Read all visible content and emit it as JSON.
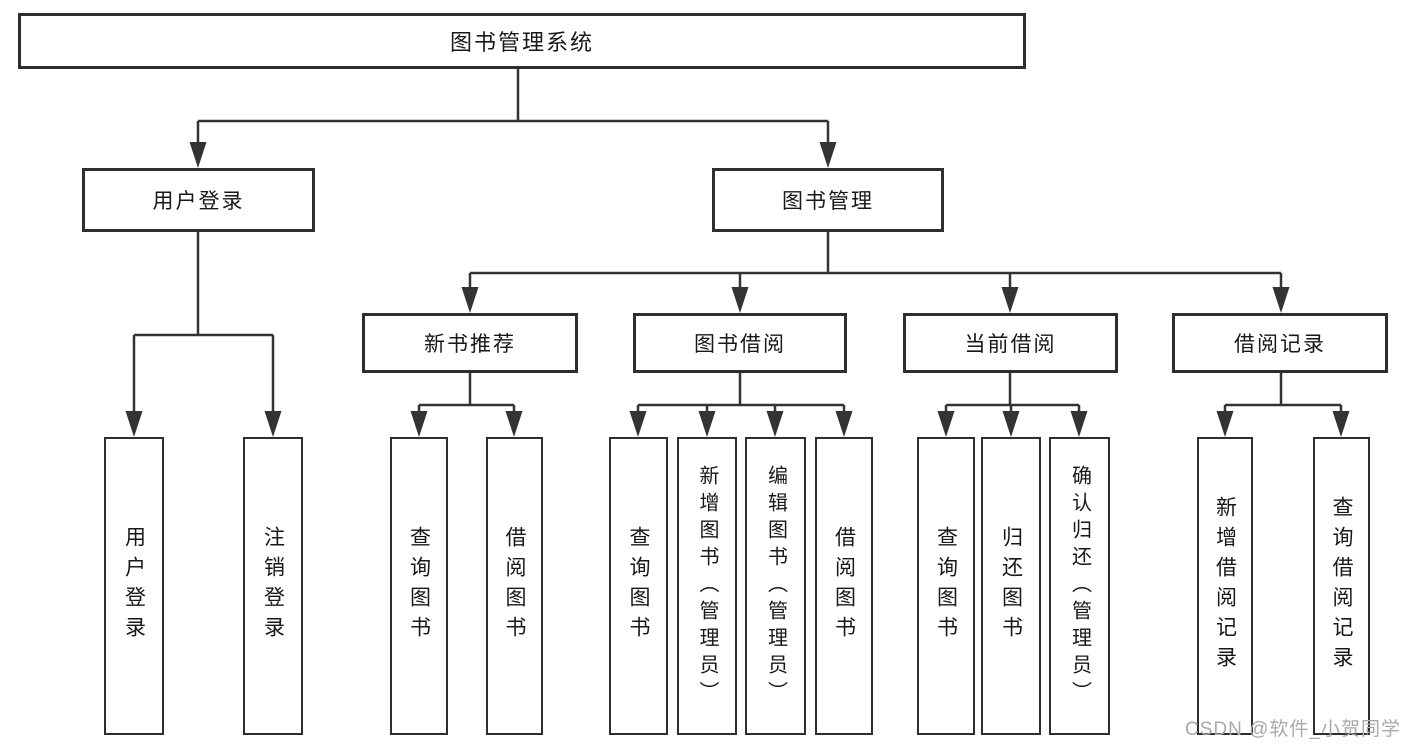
{
  "root": {
    "label": "图书管理系统"
  },
  "branches": [
    {
      "label": "用户登录",
      "children": [
        {
          "label": "用户登录"
        },
        {
          "label": "注销登录"
        }
      ]
    },
    {
      "label": "图书管理",
      "sections": [
        {
          "label": "新书推荐",
          "children": [
            {
              "label": "查询图书"
            },
            {
              "label": "借阅图书"
            }
          ]
        },
        {
          "label": "图书借阅",
          "children": [
            {
              "label": "查询图书"
            },
            {
              "label": "新增图书（管理员）"
            },
            {
              "label": "编辑图书（管理员）"
            },
            {
              "label": "借阅图书"
            }
          ]
        },
        {
          "label": "当前借阅",
          "children": [
            {
              "label": "查询图书"
            },
            {
              "label": "归还图书"
            },
            {
              "label": "确认归还（管理员）"
            }
          ]
        },
        {
          "label": "借阅记录",
          "children": [
            {
              "label": "新增借阅记录"
            },
            {
              "label": "查询借阅记录"
            }
          ]
        }
      ]
    }
  ],
  "watermark": {
    "text": "CSDN @软件_小贺同学"
  },
  "colors": {
    "line": "#333333",
    "box_border": "#2e2e2e",
    "text": "#181818",
    "watermark": "#a9a9a9",
    "background": "#ffffff"
  }
}
